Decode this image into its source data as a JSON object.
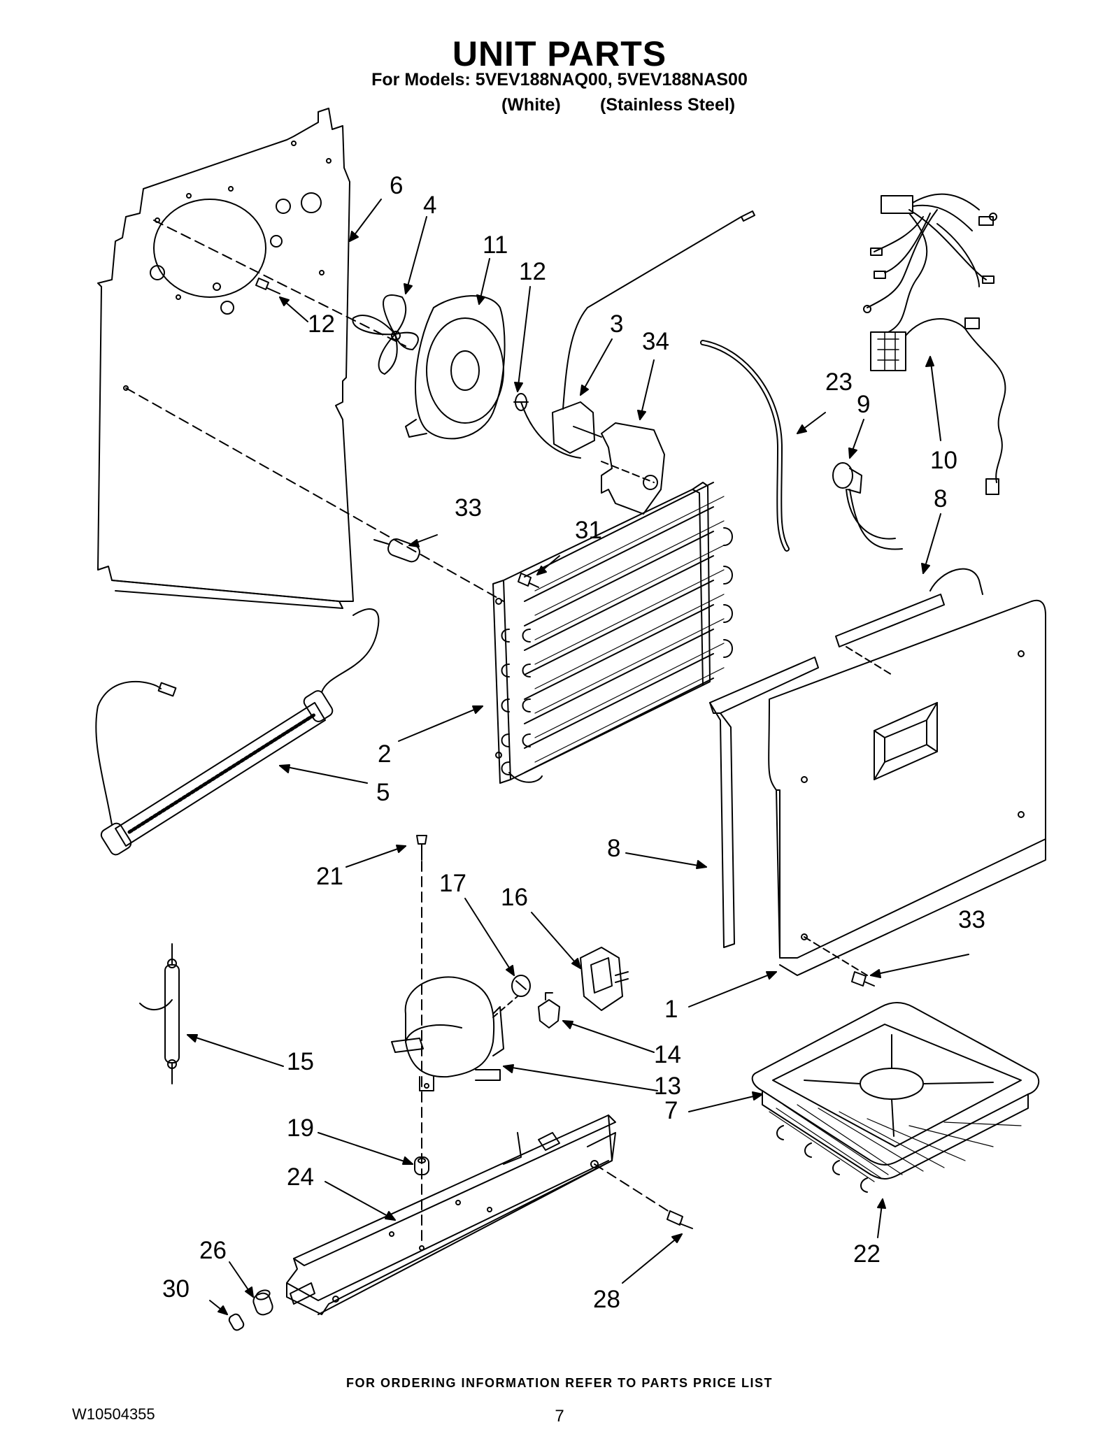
{
  "header": {
    "title": "UNIT PARTS",
    "models_line": "For Models: 5VEV188NAQ00, 5VEV188NAS00",
    "variant_1": "(White)",
    "variant_2": "(Stainless Steel)"
  },
  "callouts": {
    "c1": "1",
    "c2": "2",
    "c3": "3",
    "c4": "4",
    "c5": "5",
    "c6": "6",
    "c7": "7",
    "c8a": "8",
    "c8b": "8",
    "c9": "9",
    "c10": "10",
    "c11": "11",
    "c12a": "12",
    "c12b": "12",
    "c13": "13",
    "c14": "14",
    "c15": "15",
    "c16": "16",
    "c17": "17",
    "c19": "19",
    "c21": "21",
    "c22": "22",
    "c23": "23",
    "c24": "24",
    "c26": "26",
    "c28": "28",
    "c30": "30",
    "c31": "31",
    "c33a": "33",
    "c33b": "33",
    "c34": "34"
  },
  "footer": {
    "note": "FOR ORDERING INFORMATION REFER TO PARTS PRICE LIST",
    "doc_number": "W10504355",
    "page": "7"
  }
}
